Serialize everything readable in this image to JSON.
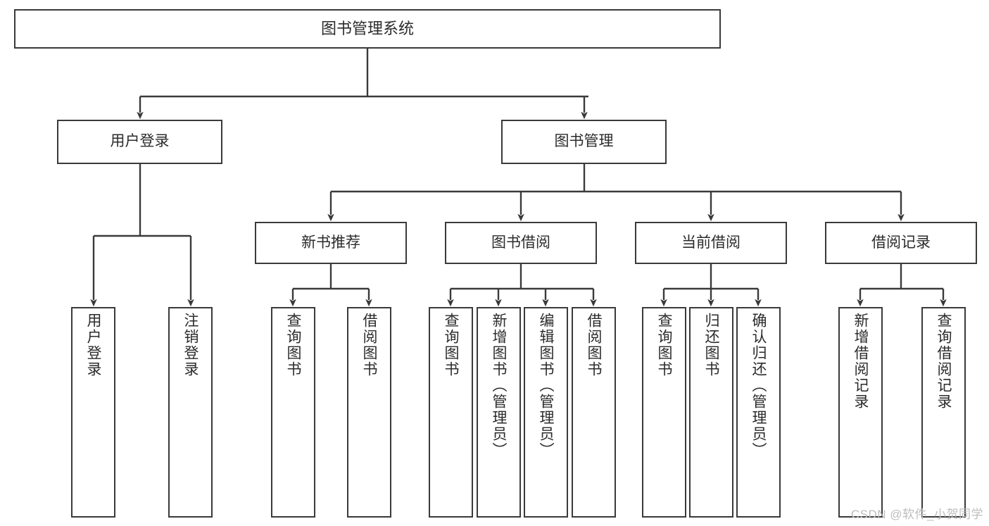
{
  "diagram": {
    "title": "图书管理系统",
    "watermark": "CSDN @软件_小贺同学",
    "line_color": "#3a3a3a",
    "box_fill": "#ffffff",
    "text_color": "#2b2b2b"
  },
  "root": {
    "label": "图书管理系统"
  },
  "level2": [
    {
      "label": "用户登录"
    },
    {
      "label": "图书管理"
    }
  ],
  "level3": [
    {
      "label": "新书推荐"
    },
    {
      "label": "图书借阅"
    },
    {
      "label": "当前借阅"
    },
    {
      "label": "借阅记录"
    }
  ],
  "leaves": {
    "user_login": [
      {
        "label": "用户登录"
      },
      {
        "label": "注销登录"
      }
    ],
    "new_book": [
      {
        "label": "查询图书"
      },
      {
        "label": "借阅图书"
      }
    ],
    "borrow": [
      {
        "label": "查询图书"
      },
      {
        "label": "新增图书（管理员）"
      },
      {
        "label": "编辑图书（管理员）"
      },
      {
        "label": "借阅图书"
      }
    ],
    "current": [
      {
        "label": "查询图书"
      },
      {
        "label": "归还图书"
      },
      {
        "label": "确认归还（管理员）"
      }
    ],
    "records": [
      {
        "label": "新增借阅记录"
      },
      {
        "label": "查询借阅记录"
      }
    ]
  },
  "chart_data": {
    "type": "diagram",
    "title": "图书管理系统",
    "hierarchy": [
      {
        "label": "图书管理系统",
        "children": [
          {
            "label": "用户登录",
            "children": [
              {
                "label": "用户登录"
              },
              {
                "label": "注销登录"
              }
            ]
          },
          {
            "label": "图书管理",
            "children": [
              {
                "label": "新书推荐",
                "children": [
                  {
                    "label": "查询图书"
                  },
                  {
                    "label": "借阅图书"
                  }
                ]
              },
              {
                "label": "图书借阅",
                "children": [
                  {
                    "label": "查询图书"
                  },
                  {
                    "label": "新增图书（管理员）"
                  },
                  {
                    "label": "编辑图书（管理员）"
                  },
                  {
                    "label": "借阅图书"
                  }
                ]
              },
              {
                "label": "当前借阅",
                "children": [
                  {
                    "label": "查询图书"
                  },
                  {
                    "label": "归还图书"
                  },
                  {
                    "label": "确认归还（管理员）"
                  }
                ]
              },
              {
                "label": "借阅记录",
                "children": [
                  {
                    "label": "新增借阅记录"
                  },
                  {
                    "label": "查询借阅记录"
                  }
                ]
              }
            ]
          }
        ]
      }
    ]
  }
}
